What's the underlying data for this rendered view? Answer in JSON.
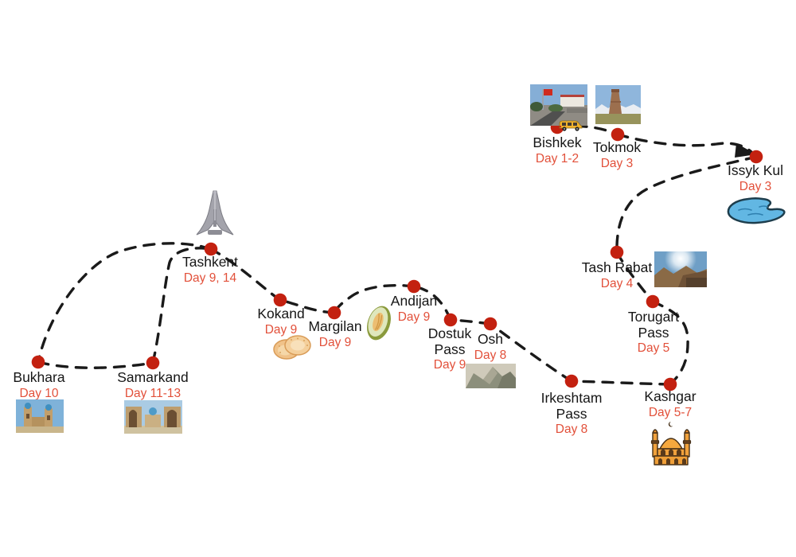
{
  "colors": {
    "route": "#1a1a1a",
    "dot": "#c32110",
    "day": "#e2503a",
    "city": "#161616"
  },
  "stops": [
    {
      "name": "Bishkek",
      "days": "Day 1-2",
      "icon": "bishkek-square-photo"
    },
    {
      "name": "Tokmok",
      "days": "Day 3",
      "icon": "burana-tower-photo"
    },
    {
      "name": "Issyk Kul",
      "days": "Day 3",
      "icon": "lake-icon"
    },
    {
      "name": "Tash Rabat",
      "days": "Day 4",
      "icon": "tash-rabat-photo"
    },
    {
      "name": "Torugart Pass",
      "days": "Day 5",
      "icon": ""
    },
    {
      "name": "Kashgar",
      "days": "Day 5-7",
      "icon": "mosque-icon"
    },
    {
      "name": "Irkeshtam Pass",
      "days": "Day 8",
      "icon": ""
    },
    {
      "name": "Osh",
      "days": "Day 8",
      "icon": "sulayman-mountain-photo"
    },
    {
      "name": "Dostuk Pass",
      "days": "Day 9",
      "icon": ""
    },
    {
      "name": "Andijan",
      "days": "Day 9",
      "icon": "melon-icon"
    },
    {
      "name": "Margilan",
      "days": "Day 9",
      "icon": ""
    },
    {
      "name": "Kokand",
      "days": "Day 9",
      "icon": "flatbread-icon"
    },
    {
      "name": "Tashkent",
      "days": "Day 9, 14",
      "icon": "tv-tower-photo"
    },
    {
      "name": "Bukhara",
      "days": "Day 10",
      "icon": "bukhara-towers-photo"
    },
    {
      "name": "Samarkand",
      "days": "Day 11-13",
      "icon": "registan-photo"
    }
  ],
  "icons": [
    "minibus-icon",
    "lake-icon",
    "melon-icon",
    "flatbread-icon",
    "mosque-icon",
    "tv-tower-photo",
    "bishkek-square-photo",
    "burana-tower-photo",
    "tash-rabat-photo",
    "sulayman-mountain-photo",
    "bukhara-towers-photo",
    "registan-photo"
  ]
}
